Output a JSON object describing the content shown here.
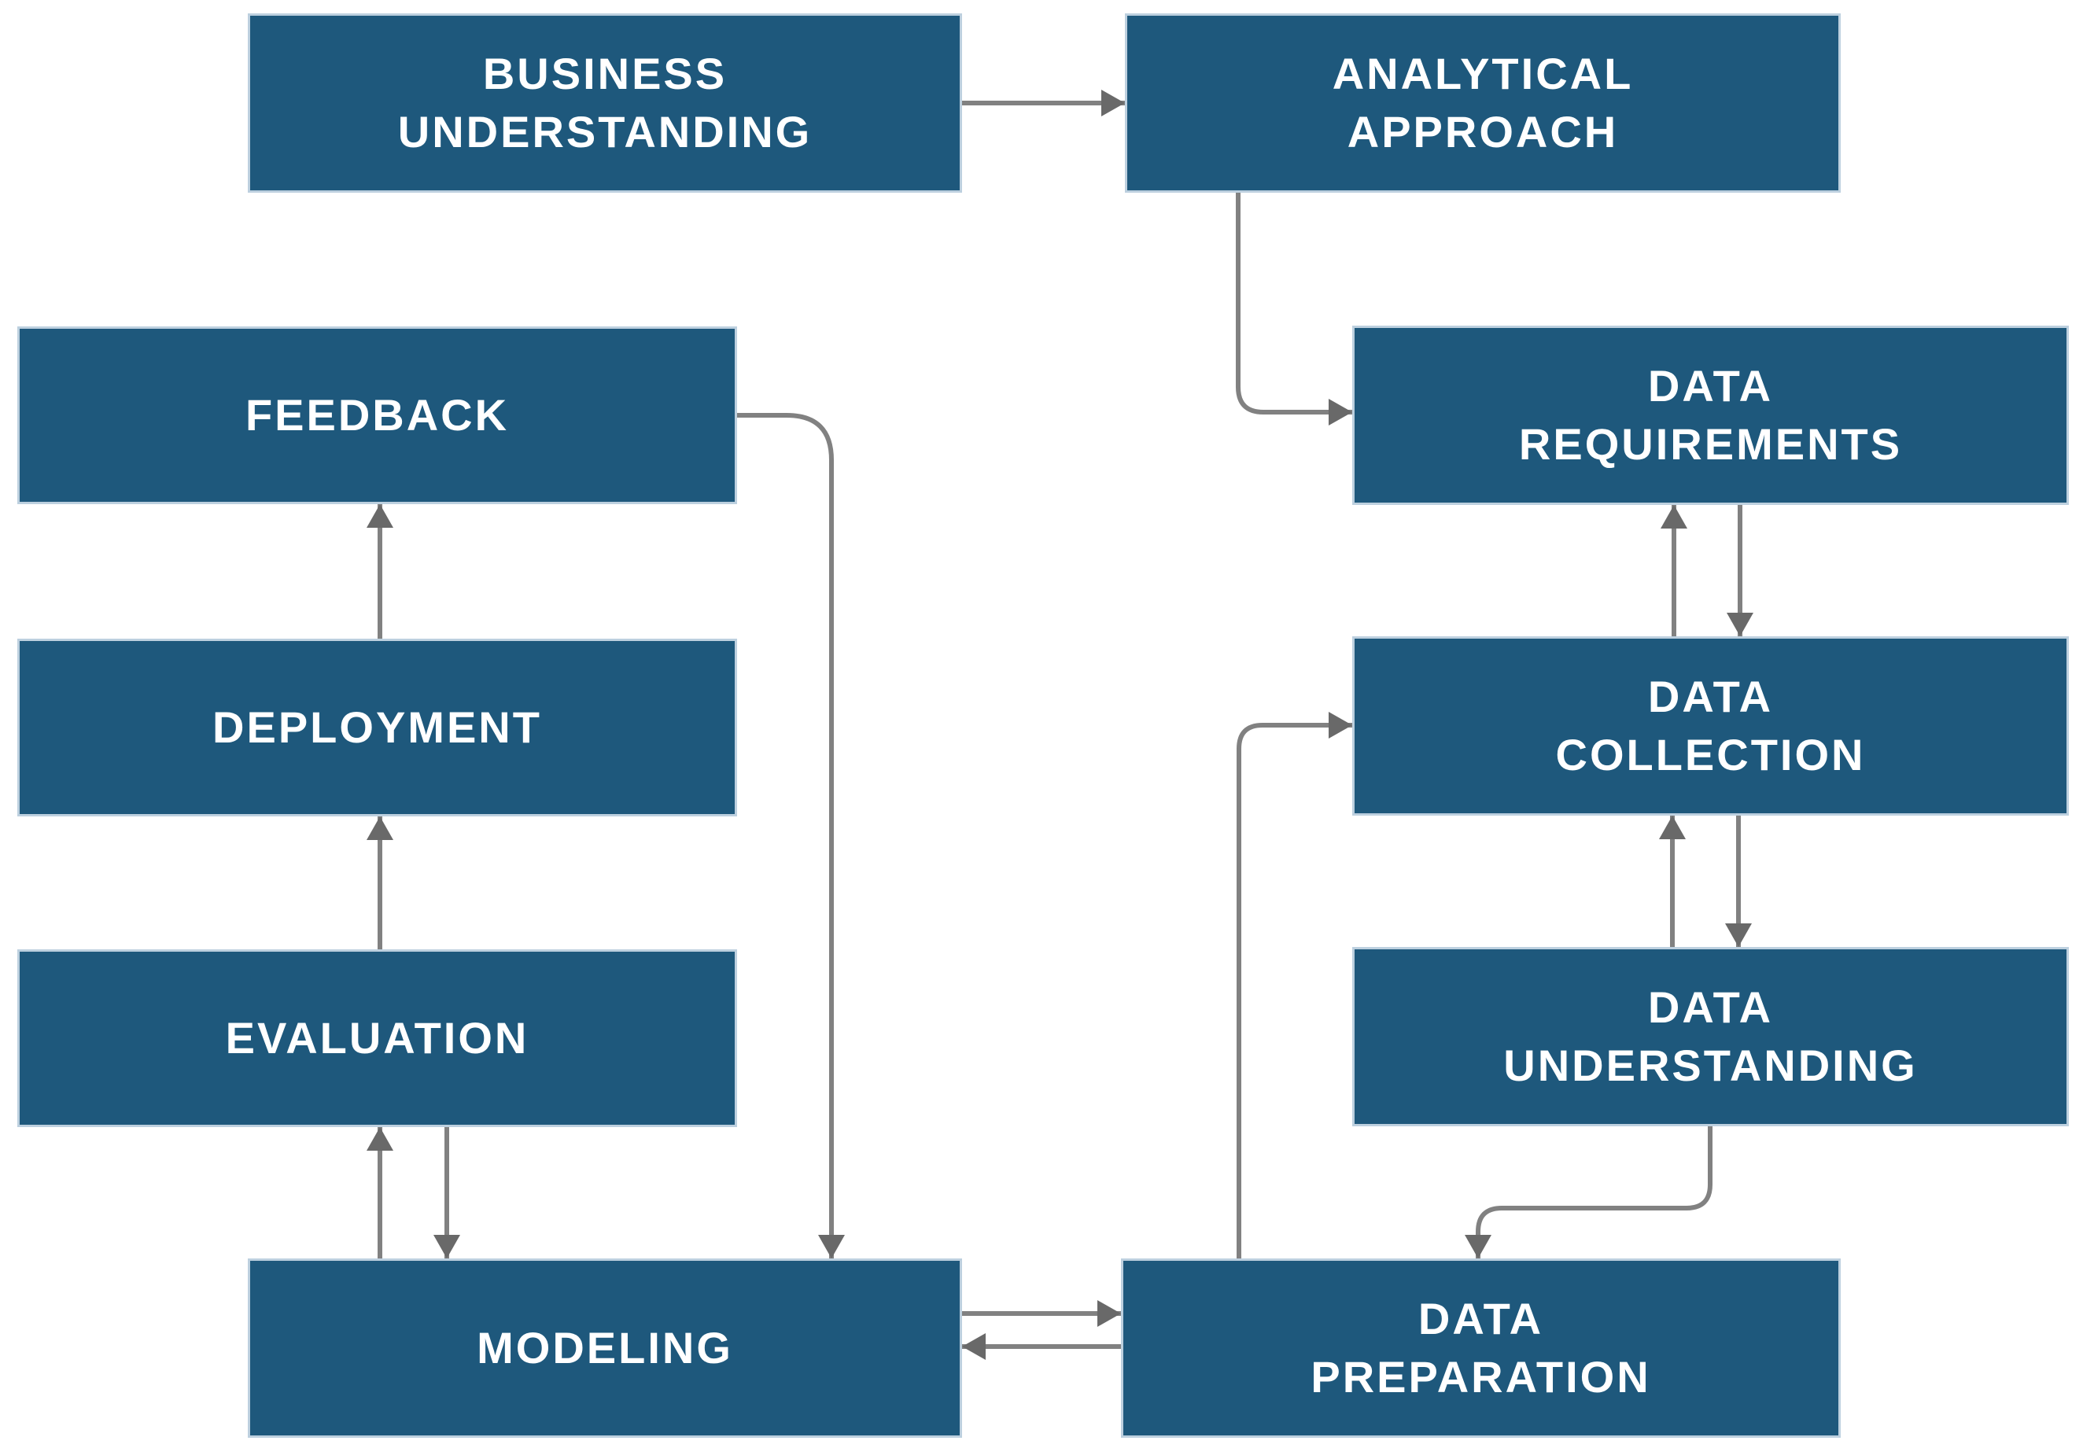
{
  "palette": {
    "node_fill": "#1E587C",
    "node_border": "#BDD0DF",
    "node_text": "#FFFFFF",
    "arrow_shaft": "#818181",
    "arrow_head": "#696969",
    "background": "#FFFFFF"
  },
  "nodes": [
    {
      "id": "business-understanding",
      "label": "BUSINESS\nUNDERSTANDING"
    },
    {
      "id": "analytical-approach",
      "label": "ANALYTICAL\nAPPROACH"
    },
    {
      "id": "data-requirements",
      "label": "DATA\nREQUIREMENTS"
    },
    {
      "id": "data-collection",
      "label": "DATA\nCOLLECTION"
    },
    {
      "id": "data-understanding",
      "label": "DATA\nUNDERSTANDING"
    },
    {
      "id": "data-preparation",
      "label": "DATA\nPREPARATION"
    },
    {
      "id": "modeling",
      "label": "MODELING"
    },
    {
      "id": "evaluation",
      "label": "EVALUATION"
    },
    {
      "id": "deployment",
      "label": "DEPLOYMENT"
    },
    {
      "id": "feedback",
      "label": "FEEDBACK"
    }
  ],
  "edges": [
    {
      "from": "business-understanding",
      "to": "analytical-approach"
    },
    {
      "from": "analytical-approach",
      "to": "data-requirements"
    },
    {
      "from": "data-collection",
      "to": "data-requirements"
    },
    {
      "from": "data-requirements",
      "to": "data-collection"
    },
    {
      "from": "data-understanding",
      "to": "data-collection"
    },
    {
      "from": "data-collection",
      "to": "data-understanding"
    },
    {
      "from": "data-understanding",
      "to": "data-preparation"
    },
    {
      "from": "data-preparation",
      "to": "data-collection"
    },
    {
      "from": "modeling",
      "to": "data-preparation"
    },
    {
      "from": "data-preparation",
      "to": "modeling"
    },
    {
      "from": "modeling",
      "to": "evaluation"
    },
    {
      "from": "evaluation",
      "to": "modeling"
    },
    {
      "from": "evaluation",
      "to": "deployment"
    },
    {
      "from": "deployment",
      "to": "feedback"
    },
    {
      "from": "feedback",
      "to": "modeling"
    }
  ]
}
